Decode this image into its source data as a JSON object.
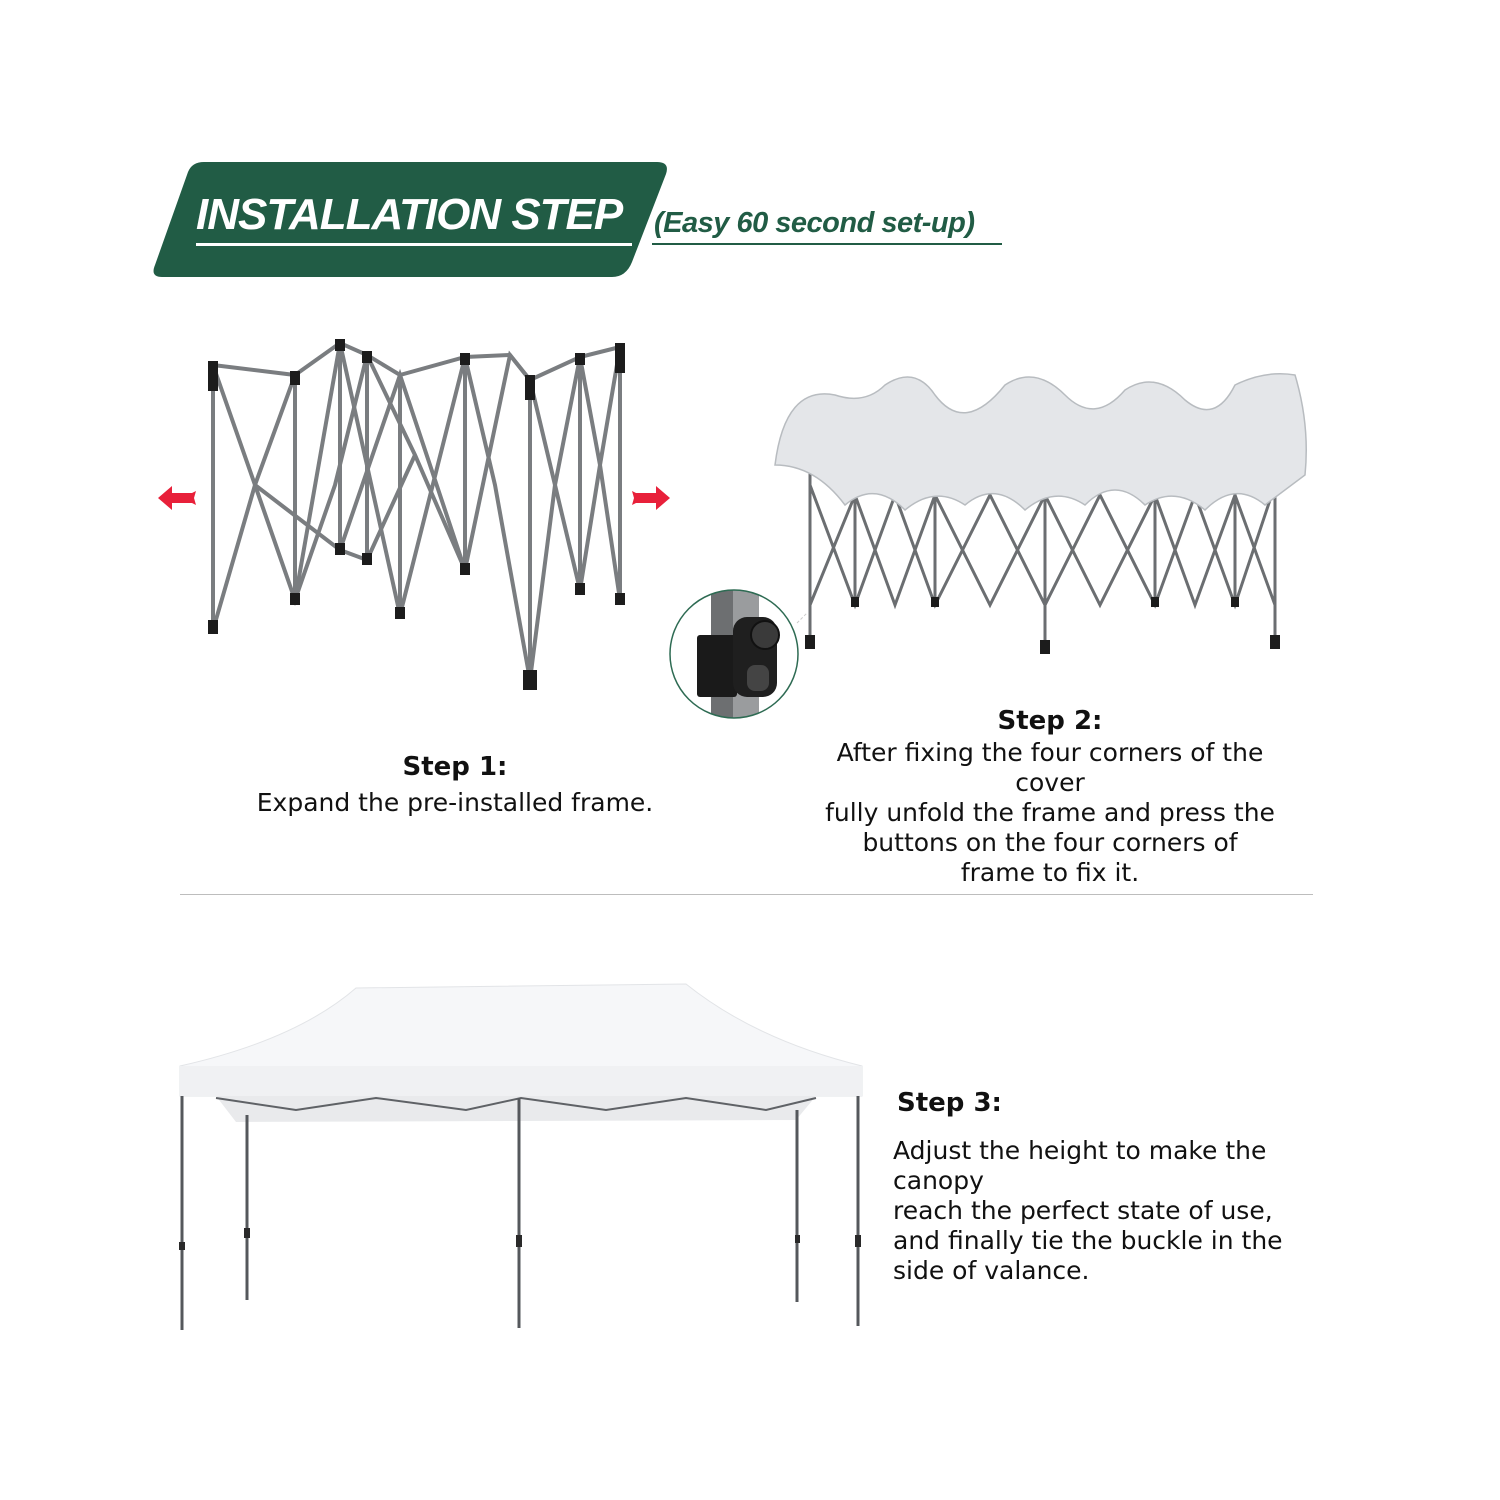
{
  "header": {
    "title": "INSTALLATION STEP",
    "subtitle": "(Easy 60 second set-up)",
    "banner_color": "#215c45"
  },
  "steps": [
    {
      "title": "Step 1:",
      "lines": [
        "Expand the pre-installed frame."
      ],
      "image": "expanded-frame-illustration"
    },
    {
      "title": "Step 2:",
      "lines": [
        "After fixing the four corners of the cover",
        "fully unfold the frame and press the",
        "buttons on the four corners of",
        "frame to fix it."
      ],
      "image": "frame-with-cover-illustration",
      "detail": "corner-lock-button-closeup"
    },
    {
      "title": "Step 3:",
      "lines": [
        "Adjust the height to make the canopy",
        "reach the perfect state of use,",
        "and finally tie the buckle in the",
        "side of valance."
      ],
      "image": "white-canopy-tent-illustration"
    }
  ],
  "icons": {
    "left_arrow": "red-left-arrow-icon",
    "right_arrow": "red-right-arrow-icon",
    "arrow_color": "#e8203a"
  }
}
